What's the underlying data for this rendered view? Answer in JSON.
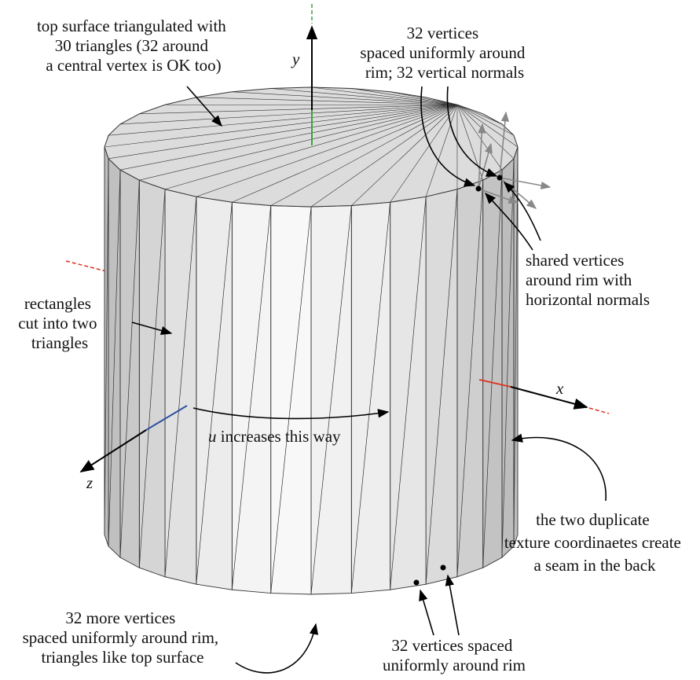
{
  "axes": {
    "x": "x",
    "y": "y",
    "z": "z",
    "x_color": "#e03020",
    "y_color": "#3aa33a",
    "z_color": "#3050a0"
  },
  "annotations": {
    "top_surface": [
      "top surface triangulated with",
      "30 triangles (32 around",
      "a central vertex is OK too)"
    ],
    "top_vertices": [
      "32 vertices",
      "spaced uniformly around",
      "rim; 32 vertical normals"
    ],
    "shared_vertices": [
      "shared vertices",
      "around rim with",
      "horizontal normals"
    ],
    "rectangles": [
      "rectangles",
      "cut into two",
      "triangles"
    ],
    "u_direction_var": "u",
    "u_direction_rest": " increases this way",
    "seam": [
      "the two duplicate",
      "texture coordinaetes create",
      "a seam in the back"
    ],
    "bottom_rim": [
      "32 more vertices",
      "spaced uniformly around rim,",
      "triangles like top surface"
    ],
    "bottom_vertices": [
      "32 vertices spaced",
      "uniformly around rim"
    ]
  },
  "cylinder": {
    "segments": 32,
    "top_fill": "#dcdcdc",
    "side_light": "#fbfbfb",
    "side_dark": "#bdbdbd",
    "edge_color": "#333333"
  }
}
